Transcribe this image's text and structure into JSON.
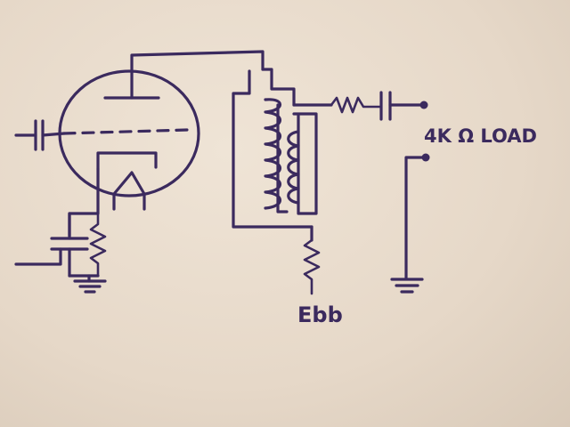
{
  "colors": {
    "ink": "#3b2a5e",
    "paper": "#e9ddd0"
  },
  "labels": {
    "load": "4K Ω LOAD",
    "supply": "Ebb"
  },
  "components": [
    "vacuum-tube-triode",
    "grid-capacitor",
    "cathode-resistor",
    "cathode-bypass-capacitor",
    "output-transformer",
    "series-resistor",
    "output-capacitor",
    "supply-resistor",
    "ground-symbols"
  ]
}
